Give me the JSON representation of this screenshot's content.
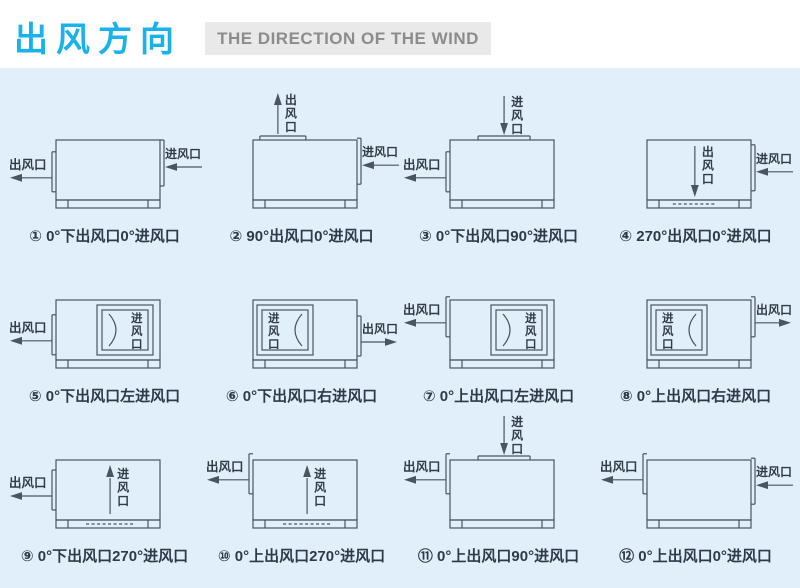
{
  "page": {
    "title_cn": "出风方向",
    "title_en": "THE DIRECTION OF THE WIND",
    "colors": {
      "accent": "#1ab2ec",
      "header-bg": "#ffffff",
      "panel-bg": "#e0effa",
      "en-bg": "#e9e9e9",
      "en-text": "#8c8c8c",
      "line": "#4a5462",
      "label": "#333b45",
      "caption": "#30394a"
    }
  },
  "diagrams": [
    {
      "num": "①",
      "caption": "0°下出风口0°进风口",
      "outlet": {
        "type": "left",
        "fy": 0.63,
        "label": "出风口"
      },
      "inlet": {
        "type": "right",
        "fy": 0.45,
        "label": "进风口"
      }
    },
    {
      "num": "②",
      "caption": "90°出风口0°进风口",
      "outlet": {
        "type": "top",
        "fx": 0.22,
        "label": "出风口"
      },
      "inlet": {
        "type": "right",
        "fy": 0.42,
        "label": "进风口"
      }
    },
    {
      "num": "③",
      "caption": "0°下出风口90°进风口",
      "outlet": {
        "type": "left",
        "fy": 0.63,
        "label": "出风口"
      },
      "inlet": {
        "type": "top",
        "fx": 0.52,
        "label": "进风口"
      }
    },
    {
      "num": "④",
      "caption": "270°出风口0°进风口",
      "outlet": {
        "type": "bottom",
        "fx": 0.46,
        "label": "出风口"
      },
      "inlet": {
        "type": "right",
        "fy": 0.53,
        "label": "进风口"
      }
    },
    {
      "num": "⑤",
      "caption": "0°下出风口左进风口",
      "outlet": {
        "type": "left",
        "fy": 0.68,
        "label": "出风口"
      },
      "inlet": {
        "type": "panel-right",
        "label": "进风口"
      }
    },
    {
      "num": "⑥",
      "caption": "0°下出风口右进风口",
      "outlet": {
        "type": "right",
        "fy": 0.7,
        "label": "出风口"
      },
      "inlet": {
        "type": "panel-left",
        "label": "进风口"
      }
    },
    {
      "num": "⑦",
      "caption": "0°上出风口左进风口",
      "outlet": {
        "type": "left",
        "fy": 0.38,
        "label": "出风口"
      },
      "inlet": {
        "type": "panel-right",
        "label": "进风口"
      }
    },
    {
      "num": "⑧",
      "caption": "0°上出风口右进风口",
      "outlet": {
        "type": "right",
        "fy": 0.38,
        "label": "出风口"
      },
      "inlet": {
        "type": "panel-left",
        "label": "进风口"
      }
    },
    {
      "num": "⑨",
      "caption": "0°下出风口270°进风口",
      "outlet": {
        "type": "left",
        "fy": 0.6,
        "label": "出风口"
      },
      "inlet": {
        "type": "bottom",
        "fx": 0.52,
        "label": "进风口"
      }
    },
    {
      "num": "⑩",
      "caption": "0°上出风口270°进风口",
      "outlet": {
        "type": "left",
        "fy": 0.33,
        "label": "出风口"
      },
      "inlet": {
        "type": "bottom",
        "fx": 0.52,
        "label": "进风口"
      }
    },
    {
      "num": "⑪",
      "caption": "0°上出风口90°进风口",
      "outlet": {
        "type": "left",
        "fy": 0.33,
        "label": "出风口"
      },
      "inlet": {
        "type": "top",
        "fx": 0.52,
        "label": "进风口"
      }
    },
    {
      "num": "⑫",
      "caption": "0°上出风口0°进风口",
      "outlet": {
        "type": "left",
        "fy": 0.33,
        "label": "出风口"
      },
      "inlet": {
        "type": "right",
        "fy": 0.42,
        "label": "进风口"
      }
    }
  ]
}
